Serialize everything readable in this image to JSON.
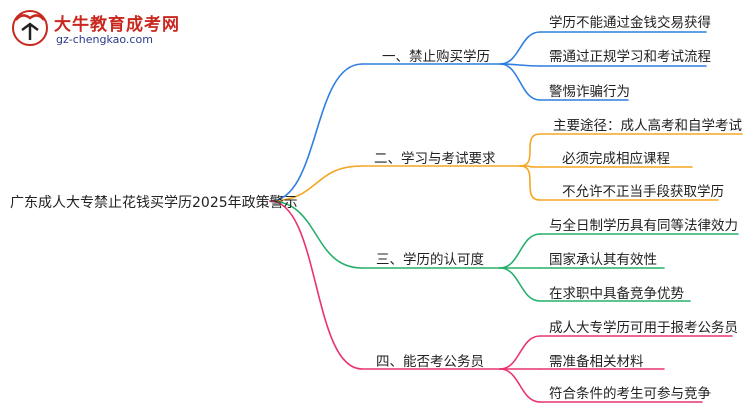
{
  "logo": {
    "title": "大牛教育成考网",
    "url": "gz-chengkao.com"
  },
  "root": "广东成人大专禁止花钱买学历2025年政策警示",
  "branches": [
    {
      "label": "一、禁止购买学历",
      "color": "#2f7fe0",
      "items": [
        "学历不能通过金钱交易获得",
        "需通过正规学习和考试流程",
        "警惕诈骗行为"
      ]
    },
    {
      "label": "二、学习与考试要求",
      "color": "#f5a623",
      "items": [
        "主要途径：成人高考和自学考试",
        "必须完成相应课程",
        "不允许不正当手段获取学历"
      ]
    },
    {
      "label": "三、学历的认可度",
      "color": "#27b06a",
      "items": [
        "与全日制学历具有同等法律效力",
        "国家承认其有效性",
        "在求职中具备竞争优势"
      ]
    },
    {
      "label": "四、能否考公务员",
      "color": "#e8346f",
      "items": [
        "成人大专学历可用于报考公务员",
        "需准备相关材料",
        "符合条件的考生可参与竞争"
      ]
    }
  ]
}
